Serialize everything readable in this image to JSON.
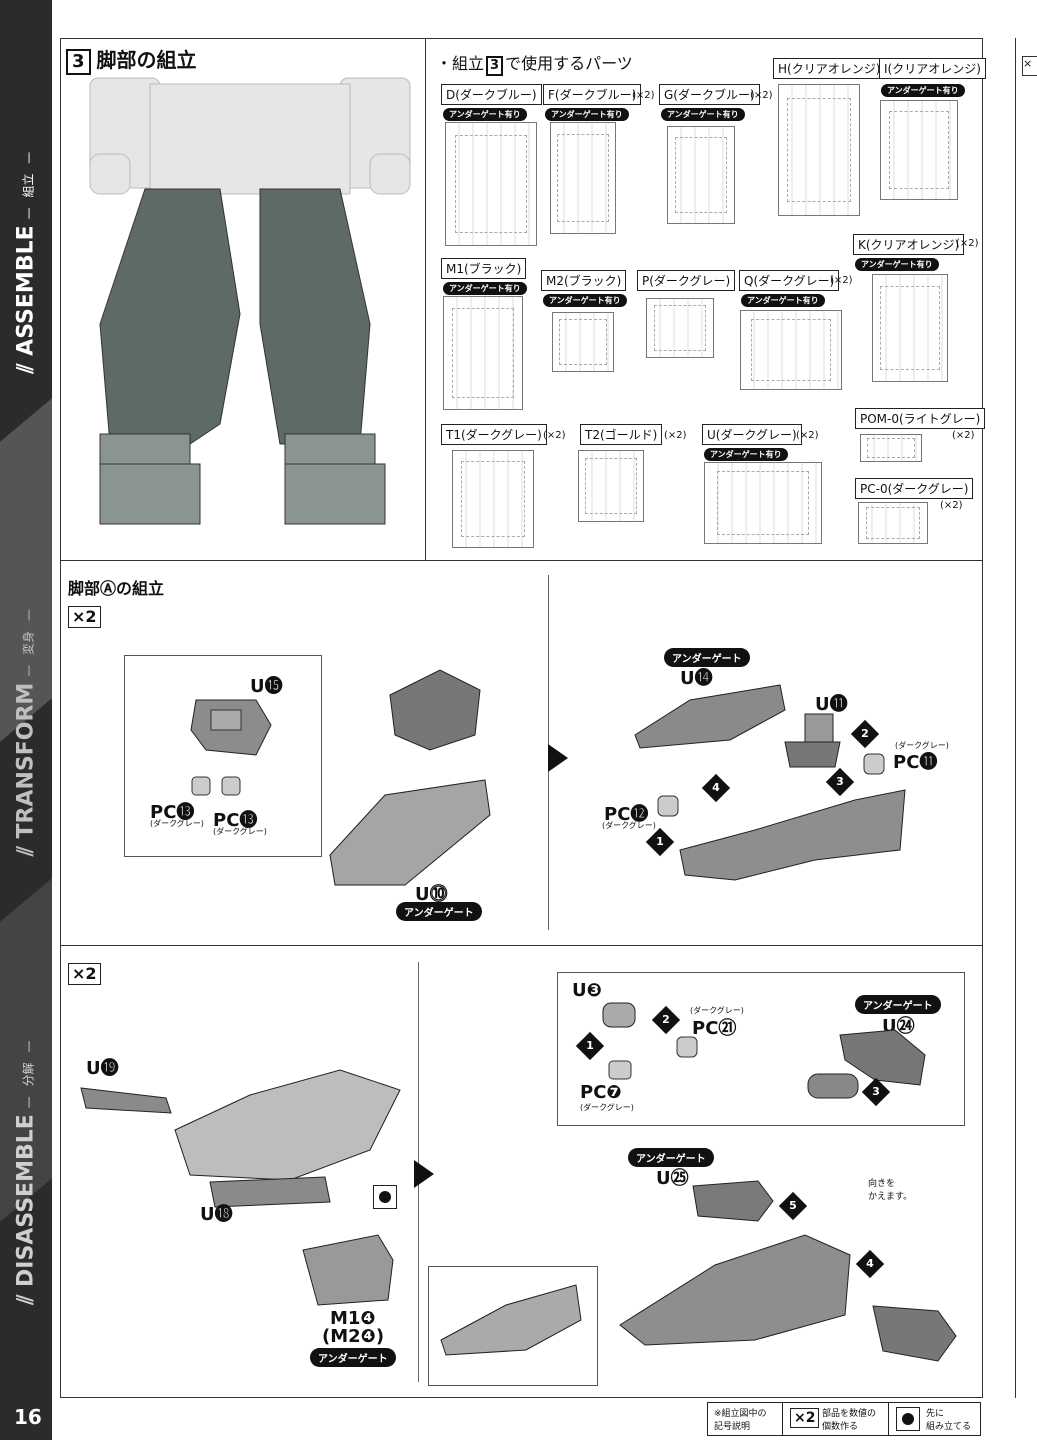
{
  "side": {
    "assemble": "ASSEMBLE",
    "assemble_sub": "組立",
    "transform": "TRANSFORM",
    "transform_sub": "変身",
    "disassemble": "DISASSEMBLE",
    "disassemble_sub": "分解",
    "page_number": "16"
  },
  "section": {
    "number": "3",
    "title": "脚部の組立",
    "parts_heading_prefix": "・組立",
    "parts_heading_num": "3",
    "parts_heading_suffix": "で使用するパーツ"
  },
  "parts": [
    {
      "id": "D",
      "label": "D(ダークブルー)",
      "mult": "",
      "badge": "アンダーゲート有り"
    },
    {
      "id": "F",
      "label": "F(ダークブルー)",
      "mult": "(×2)",
      "badge": "アンダーゲート有り"
    },
    {
      "id": "G",
      "label": "G(ダークブルー)",
      "mult": "(×2)",
      "badge": "アンダーゲート有り"
    },
    {
      "id": "H",
      "label": "H(クリアオレンジ)",
      "mult": "",
      "badge": ""
    },
    {
      "id": "I",
      "label": "I(クリアオレンジ)",
      "mult": "",
      "badge": "アンダーゲート有り"
    },
    {
      "id": "K",
      "label": "K(クリアオレンジ)",
      "mult": "(×2)",
      "badge": "アンダーゲート有り"
    },
    {
      "id": "M1",
      "label": "M1(ブラック)",
      "mult": "",
      "badge": "アンダーゲート有り"
    },
    {
      "id": "M2",
      "label": "M2(ブラック)",
      "mult": "",
      "badge": "アンダーゲート有り"
    },
    {
      "id": "P",
      "label": "P(ダークグレー)",
      "mult": "",
      "badge": ""
    },
    {
      "id": "Q",
      "label": "Q(ダークグレー)",
      "mult": "(×2)",
      "badge": "アンダーゲート有り"
    },
    {
      "id": "T1",
      "label": "T1(ダークグレー)",
      "mult": "(×2)",
      "badge": ""
    },
    {
      "id": "T2",
      "label": "T2(ゴールド)",
      "mult": "(×2)",
      "badge": ""
    },
    {
      "id": "U",
      "label": "U(ダークグレー)",
      "mult": "(×2)",
      "badge": "アンダーゲート有り"
    },
    {
      "id": "POM",
      "label": "POM-0(ライトグレー)",
      "mult": "(×2)",
      "badge": ""
    },
    {
      "id": "PC",
      "label": "PC-0(ダークグレー)",
      "mult": "(×2)",
      "badge": ""
    }
  ],
  "subsection_a": {
    "title": "脚部Ⓐの組立",
    "x2": "×2",
    "u15": "U⓯",
    "pc13a": "PC⓭",
    "pc13b": "PC⓭",
    "color_dg": "(ダークグレー)",
    "u10": "U⓾",
    "undergate": "アンダーゲート",
    "u14": "U⓮",
    "u11": "U⓫",
    "pc11": "PC⓫",
    "pc12": "PC⓬",
    "steps": [
      "1",
      "2",
      "3",
      "4"
    ]
  },
  "subsection_b": {
    "x2": "×2",
    "u19": "U⓳",
    "u18": "U⓲",
    "m14": "M1❹",
    "m24": "(M2❹)",
    "undergate": "アンダーゲート",
    "u3": "U❸",
    "pc21": "PC㉑",
    "pc7": "PC❼",
    "color_dg": "(ダークグレー)",
    "u24": "U㉔",
    "u25": "U㉕",
    "turn_note": "向きを\nかえます。",
    "steps": [
      "1",
      "2",
      "3",
      "4",
      "5"
    ]
  },
  "footer": {
    "legend_title": "※組立図中の\n記号説明",
    "x2": "×2",
    "x2_desc": "部品を数値の\n個数作る",
    "first_desc": "先に\n組み立てる"
  }
}
